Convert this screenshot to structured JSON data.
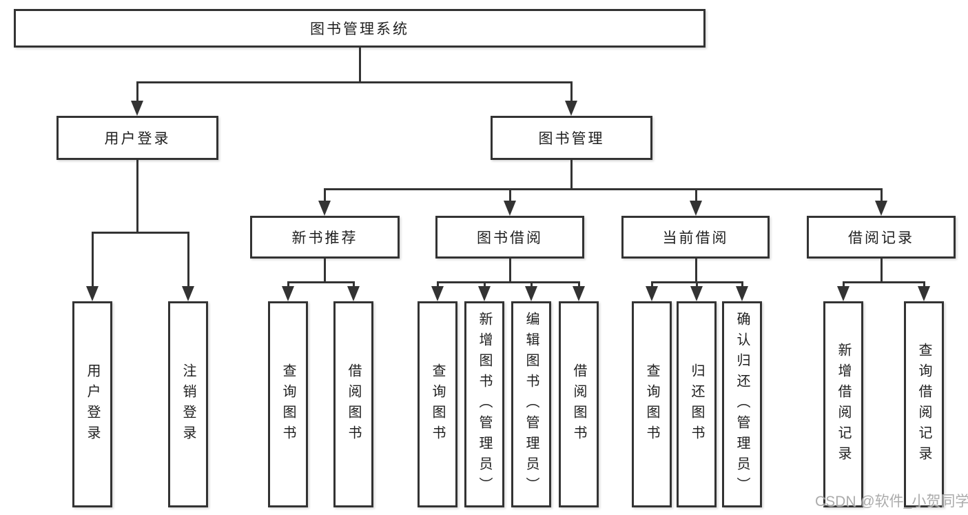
{
  "tree": {
    "root": {
      "label": "图书管理系统"
    },
    "branches": [
      {
        "label": "用户登录",
        "children": [
          {
            "label": "用户登录"
          },
          {
            "label": "注销登录"
          }
        ]
      },
      {
        "label": "图书管理",
        "children": [
          {
            "label": "新书推荐",
            "children": [
              {
                "label": "查询图书"
              },
              {
                "label": "借阅图书"
              }
            ]
          },
          {
            "label": "图书借阅",
            "children": [
              {
                "label": "查询图书"
              },
              {
                "label": "新增图书（管理员）"
              },
              {
                "label": "编辑图书（管理员）"
              },
              {
                "label": "借阅图书"
              }
            ]
          },
          {
            "label": "当前借阅",
            "children": [
              {
                "label": "查询图书"
              },
              {
                "label": "归还图书"
              },
              {
                "label": "确认归还（管理员）"
              }
            ]
          },
          {
            "label": "借阅记录",
            "children": [
              {
                "label": "新增借阅记录"
              },
              {
                "label": "查询借阅记录"
              }
            ]
          }
        ]
      }
    ]
  },
  "watermark": "CSDN @软件_小贺同学",
  "colors": {
    "line": "#333333",
    "text": "#1f1f1f",
    "watermark": "#a3a3a3",
    "background": "#ffffff"
  }
}
